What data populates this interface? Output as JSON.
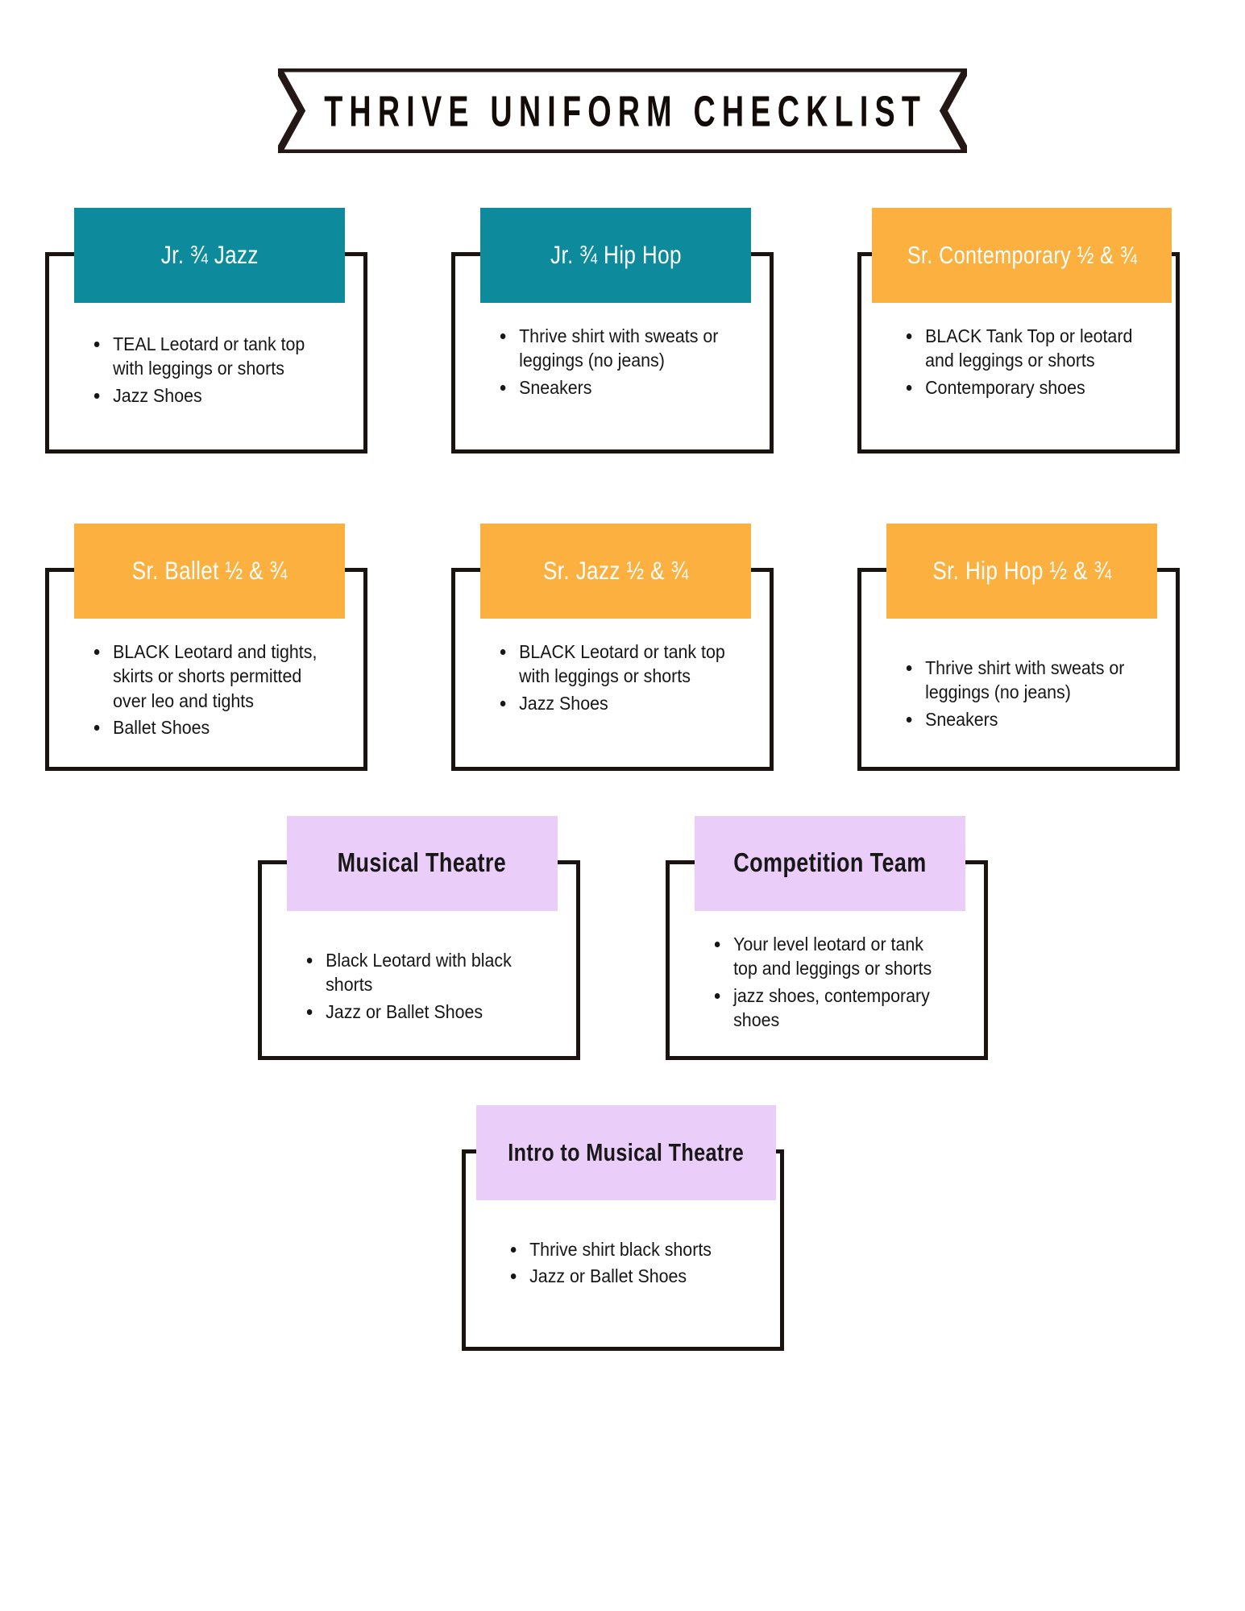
{
  "title": "THRIVE UNIFORM CHECKLIST",
  "colors": {
    "teal": "#0d8b9c",
    "orange": "#fbb040",
    "lavender": "#ebcdfa",
    "outline": "#1b1310",
    "header_text_light": "#ffffff",
    "header_text_dark": "#181818"
  },
  "cards": [
    {
      "title": "Jr. ¾  Jazz",
      "accent": "teal",
      "items": [
        "TEAL Leotard or tank top with leggings or shorts",
        "Jazz Shoes"
      ]
    },
    {
      "title": "Jr. ¾  Hip Hop",
      "accent": "teal",
      "items": [
        "Thrive shirt  with sweats or leggings (no jeans)",
        "Sneakers"
      ]
    },
    {
      "title": "Sr. Contemporary ½ & ¾",
      "accent": "orange",
      "items": [
        "BLACK  Tank Top or leotard and leggings or shorts",
        "Contemporary shoes"
      ]
    },
    {
      "title": "Sr. Ballet ½ & ¾",
      "accent": "orange",
      "items": [
        "BLACK Leotard and tights, skirts or shorts permitted over leo and tights",
        "Ballet Shoes"
      ]
    },
    {
      "title": "Sr. Jazz ½ & ¾",
      "accent": "orange",
      "items": [
        "BLACK  Leotard or tank top with leggings or shorts",
        "Jazz Shoes"
      ]
    },
    {
      "title": "Sr. Hip Hop ½ & ¾",
      "accent": "orange",
      "items": [
        "Thrive shirt  with sweats or leggings (no jeans)",
        "Sneakers"
      ]
    },
    {
      "title": "Musical Theatre",
      "accent": "lavender",
      "items": [
        "Black Leotard with black shorts",
        "Jazz or Ballet Shoes"
      ]
    },
    {
      "title": "Competition Team",
      "accent": "lavender",
      "items": [
        "Your level leotard or tank top and leggings or shorts",
        "jazz shoes, contemporary shoes"
      ]
    },
    {
      "title": "Intro to Musical Theatre",
      "accent": "lavender",
      "items": [
        "Thrive shirt black shorts",
        "Jazz or Ballet Shoes"
      ]
    }
  ]
}
